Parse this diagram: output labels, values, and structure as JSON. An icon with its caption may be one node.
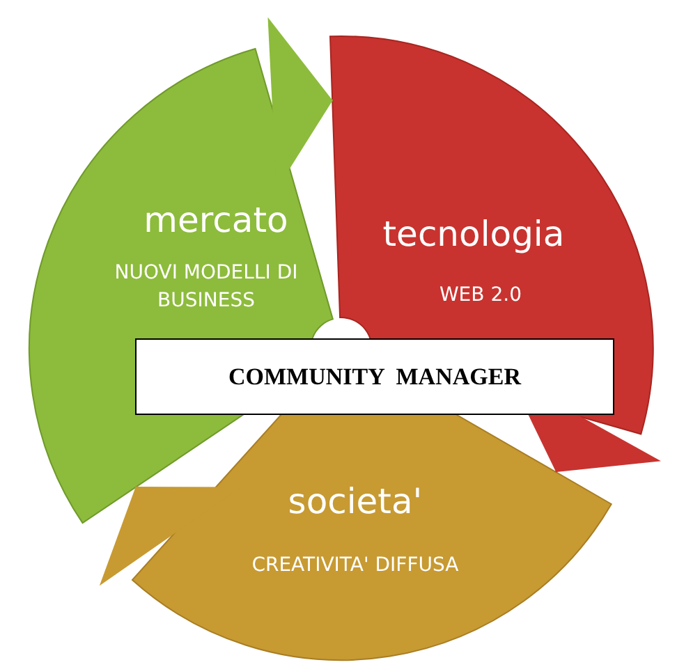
{
  "diagram": {
    "nodes": [
      {
        "text": [
          "mercato",
          "NUOVI MODELLI DI BUSINESS"
        ]
      },
      {
        "text": [
          "tecnologia",
          "WEB 2.0"
        ]
      },
      {
        "text": [
          "societa'",
          "CREATIVITA' DIFFUSA"
        ]
      },
      {
        "text": [
          "COMMUNITY  MANAGER"
        ]
      }
    ],
    "edges": [
      {
        "from": 0,
        "to": 1,
        "arrow": "to",
        "color": "#8dbb3c"
      },
      {
        "from": 1,
        "to": 2,
        "arrow": "to",
        "color": "#c8332f"
      },
      {
        "from": 2,
        "to": 0,
        "arrow": "to",
        "color": "#c79a32"
      }
    ]
  }
}
